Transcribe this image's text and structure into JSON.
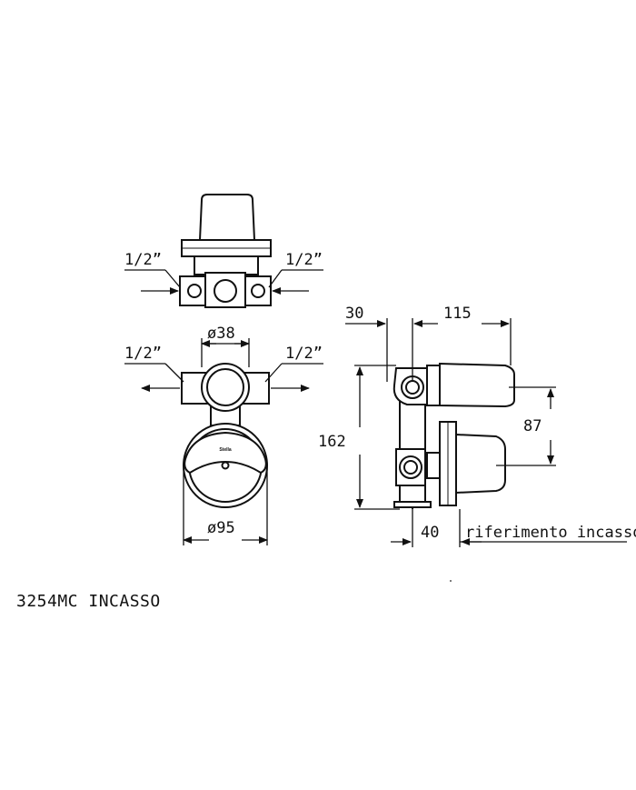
{
  "caption": "3254MC INCASSO",
  "dimensions": {
    "inlet_top_left": "1/2”",
    "inlet_top_right": "1/2”",
    "inlet_front_left": "1/2”",
    "inlet_front_right": "1/2”",
    "diameter_inlet": "ø38",
    "diameter_plate": "ø95",
    "depth_30": "30",
    "depth_115": "115",
    "height_162": "162",
    "height_87": "87",
    "depth_40": "40",
    "reference_label": "riferimento incasso"
  },
  "logo_text": "Stella"
}
